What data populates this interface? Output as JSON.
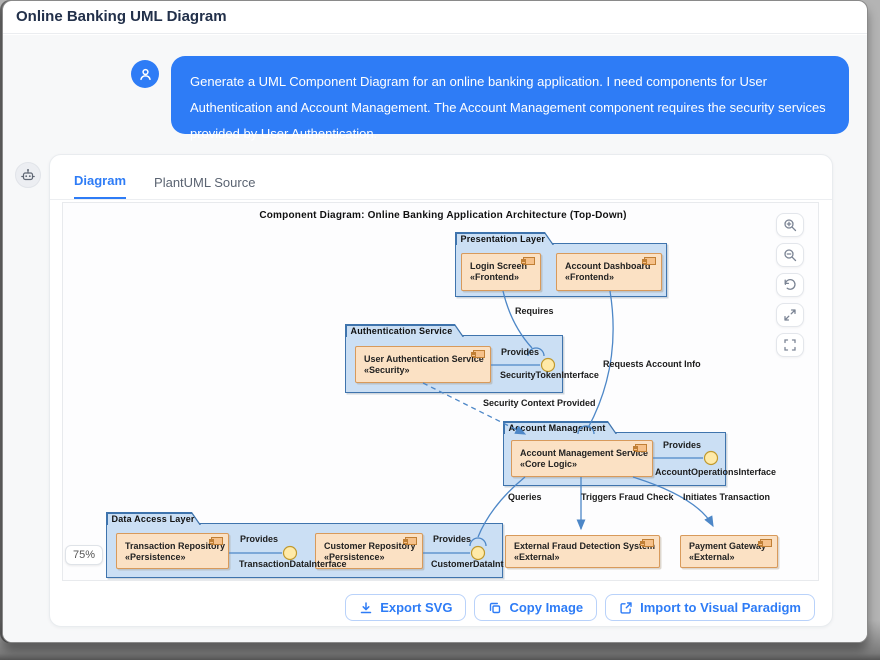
{
  "window": {
    "title": "Online Banking UML Diagram"
  },
  "chat": {
    "user_message": "Generate a UML Component Diagram for an online banking application. I need components for User Authentication and Account Management. The Account Management component requires the security services provided by User Authentication."
  },
  "tabs": {
    "diagram": "Diagram",
    "source": "PlantUML Source"
  },
  "diagram": {
    "title": "Component Diagram: Online Banking Application Architecture (Top-Down)",
    "zoom_badge": "75%",
    "pkg_presentation": {
      "name": "Presentation Layer"
    },
    "cmp_login": {
      "name": "Login Screen",
      "stereo": "«Frontend»"
    },
    "cmp_dashboard": {
      "name": "Account Dashboard",
      "stereo": "«Frontend»"
    },
    "pkg_auth": {
      "name": "Authentication Service"
    },
    "cmp_auth": {
      "name": "User Authentication Service",
      "stereo": "«Security»"
    },
    "if_security": {
      "label": "Provides",
      "name": "SecurityTokenInterface"
    },
    "pkg_account": {
      "name": "Account Management"
    },
    "cmp_account": {
      "name": "Account Management Service",
      "stereo": "«Core Logic»"
    },
    "if_account": {
      "label": "Provides",
      "name": "AccountOperationsInterface"
    },
    "pkg_data": {
      "name": "Data Access Layer"
    },
    "cmp_txrepo": {
      "name": "Transaction Repository",
      "stereo": "«Persistence»"
    },
    "if_tx": {
      "label": "Provides",
      "name": "TransactionDataInterface"
    },
    "cmp_custrepo": {
      "name": "Customer Repository",
      "stereo": "«Persistence»"
    },
    "if_cust": {
      "label": "Provides",
      "name": "CustomerDataInterface"
    },
    "cmp_fraud": {
      "name": "External Fraud Detection System",
      "stereo": "«External»"
    },
    "cmp_gateway": {
      "name": "Payment Gateway",
      "stereo": "«External»"
    },
    "lbl_requires": "Requires",
    "lbl_requests": "Requests Account Info",
    "lbl_security_ctx": "Security Context Provided",
    "lbl_queries": "Queries",
    "lbl_fraud": "Triggers Fraud Check",
    "lbl_transaction": "Initiates Transaction"
  },
  "actions": {
    "export_svg": "Export SVG",
    "copy_image": "Copy Image",
    "import_vp": "Import to Visual Paradigm"
  },
  "icons": {
    "user_avatar": "person-icon",
    "bot_avatar": "robot-icon",
    "zoom_in": "magnifier-plus-icon",
    "zoom_out": "magnifier-minus-icon",
    "reset_view": "rotate-ccw-icon",
    "expand": "arrows-out-icon",
    "fit_screen": "fullscreen-corners-icon",
    "export": "download-icon",
    "copy": "copy-icon",
    "import": "external-link-icon",
    "component_glyph": "uml-component-icon"
  },
  "colors": {
    "accent": "#2e7cf6",
    "package_fill": "#cbdff4",
    "package_border": "#3f74ad",
    "component_fill": "#fbe1c4",
    "component_border": "#d89a5b",
    "connector": "#4d87c7",
    "lollipop_fill": "#ffeaa8",
    "bubble": "#2e7cf6"
  }
}
